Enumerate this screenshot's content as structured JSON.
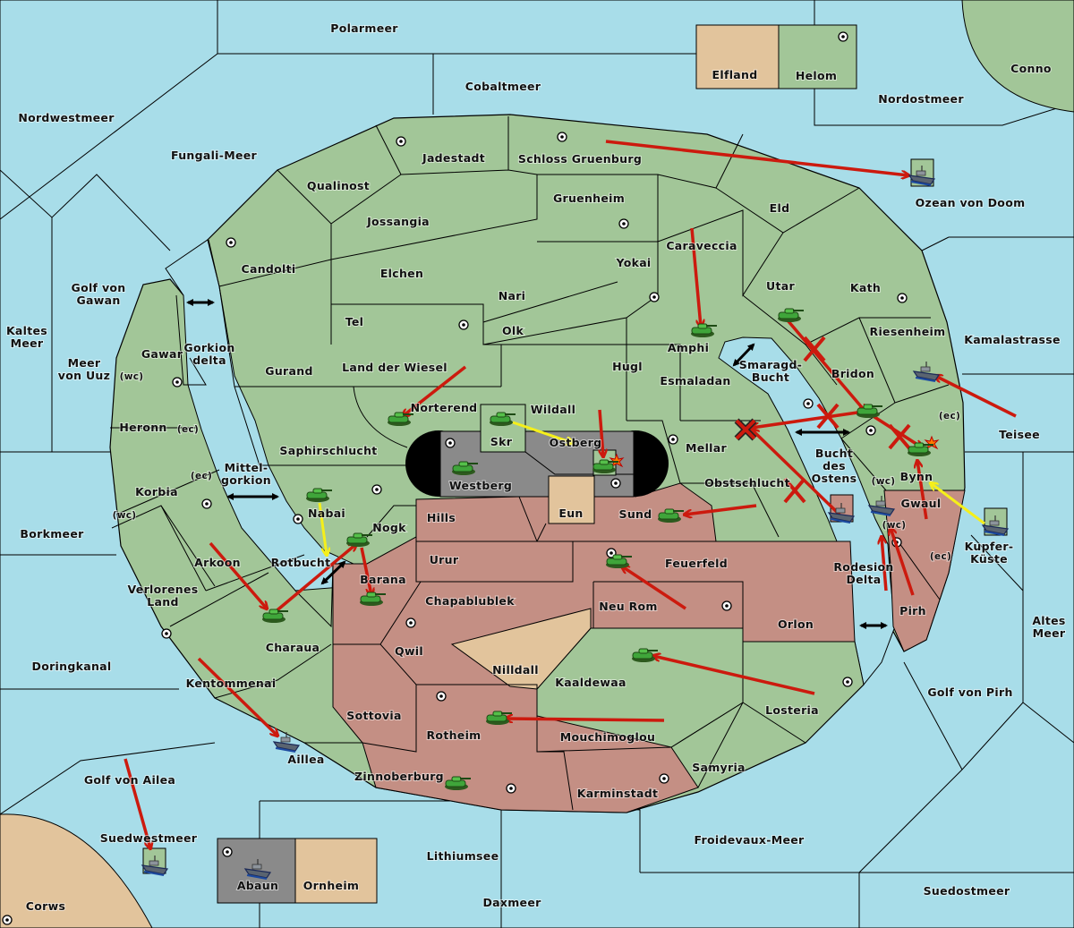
{
  "colors": {
    "sea": "#a8dde9",
    "land_green": "#a2c698",
    "land_red": "#c48f84",
    "land_tan": "#e2c49c",
    "land_gray": "#8a8a8a",
    "order_move": "#cc1a0e",
    "order_support": "#f5ef1a",
    "order_convoy_link": "#000000"
  },
  "sea_labels": [
    [
      "Polarmeer"
    ],
    [
      "Cobaltmeer"
    ],
    [
      "Nordwestmeer"
    ],
    [
      "Fungali-Meer"
    ],
    [
      "Nordostmeer"
    ],
    [
      "Conno"
    ],
    [
      "Ozean von Doom"
    ],
    [
      "Golf von",
      "Gawan"
    ],
    [
      "Kaltes",
      "Meer"
    ],
    [
      "Meer",
      "von Uuz"
    ],
    [
      "Kamalastrasse"
    ],
    [
      "Teisee"
    ],
    [
      "Borkmeer"
    ],
    [
      "Doringkanal"
    ],
    [
      "Altes",
      "Meer"
    ],
    [
      "Golf von Pirh"
    ],
    [
      "Golf von Ailea"
    ],
    [
      "Suedwestmeer"
    ],
    [
      "Corws"
    ],
    [
      "Lithiumsee"
    ],
    [
      "Froidevaux-Meer"
    ],
    [
      "Daxmeer"
    ],
    [
      "Suedostmeer"
    ],
    [
      "Gorkion",
      "delta"
    ],
    [
      "Mittel-",
      "gorkion"
    ],
    [
      "Rotbucht"
    ],
    [
      "Smaragd-",
      "Bucht"
    ],
    [
      "Bucht",
      "des",
      "Ostens"
    ],
    [
      "Rodesion",
      "Delta"
    ],
    [
      "Elfland"
    ],
    [
      "Helom"
    ],
    [
      "Abaun"
    ],
    [
      "Ornheim"
    ],
    [
      "Kupfer-",
      "Küste"
    ]
  ],
  "land_labels": [
    [
      "Jadestadt"
    ],
    [
      "Schloss Gruenburg"
    ],
    [
      "Qualinost"
    ],
    [
      "Gruenheim"
    ],
    [
      "Eld"
    ],
    [
      "Jossangia"
    ],
    [
      "Caraveccia"
    ],
    [
      "Candolti"
    ],
    [
      "Yokai"
    ],
    [
      "Elchen"
    ],
    [
      "Utar"
    ],
    [
      "Kath"
    ],
    [
      "Nari"
    ],
    [
      "Tel"
    ],
    [
      "Olk"
    ],
    [
      "Riesenheim"
    ],
    [
      "Amphi"
    ],
    [
      "Gawar"
    ],
    [
      "Land der Wiesel"
    ],
    [
      "Hugl"
    ],
    [
      "Gurand"
    ],
    [
      "Bridon"
    ],
    [
      "Esmaladan"
    ],
    [
      "Norterend"
    ],
    [
      "Wildall"
    ],
    [
      "Heronn"
    ],
    [
      "Skr"
    ],
    [
      "Ostberg"
    ],
    [
      "Mellar"
    ],
    [
      "Saphirschlucht"
    ],
    [
      "Westberg"
    ],
    [
      "Obstschlucht"
    ],
    [
      "Bynn"
    ],
    [
      "Korbia"
    ],
    [
      "Gwaul"
    ],
    [
      "Nabai"
    ],
    [
      "Eun"
    ],
    [
      "Sund"
    ],
    [
      "Hills"
    ],
    [
      "Nogk"
    ],
    [
      "Urur"
    ],
    [
      "Feuerfeld"
    ],
    [
      "Arkoon"
    ],
    [
      "Barana"
    ],
    [
      "Verlorenes",
      "Land"
    ],
    [
      "Chapablublek"
    ],
    [
      "Neu Rom"
    ],
    [
      "Orlon"
    ],
    [
      "Pirh"
    ],
    [
      "Charaua"
    ],
    [
      "Qwil"
    ],
    [
      "Nilldall"
    ],
    [
      "Kaaldewaa"
    ],
    [
      "Kentommenai"
    ],
    [
      "Losteria"
    ],
    [
      "Sottovia"
    ],
    [
      "Rotheim"
    ],
    [
      "Mouchimoglou"
    ],
    [
      "Aillea"
    ],
    [
      "Samyria"
    ],
    [
      "Zinnoberburg"
    ],
    [
      "Karminstadt"
    ]
  ],
  "coast_labels": [
    "(wc)",
    "(ec)",
    "(ec)",
    "(wc)",
    "(ec)",
    "(wc)",
    "(wc)",
    "(ec)"
  ]
}
